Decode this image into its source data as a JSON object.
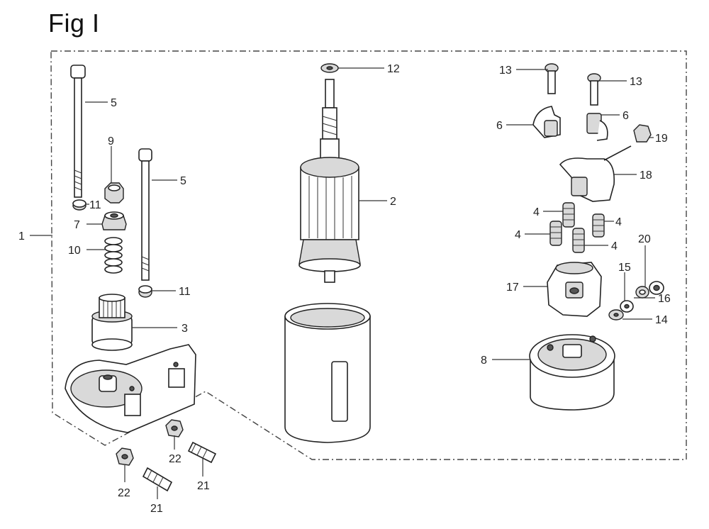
{
  "figure": {
    "title": "Fig I"
  },
  "callouts": {
    "c1": "1",
    "c2": "2",
    "c3": "3",
    "c4a": "4",
    "c4b": "4",
    "c4c": "4",
    "c4d": "4",
    "c5a": "5",
    "c5b": "5",
    "c6a": "6",
    "c6b": "6",
    "c7": "7",
    "c8": "8",
    "c9": "9",
    "c10": "10",
    "c11a": "11",
    "c11b": "11",
    "c12": "12",
    "c13a": "13",
    "c13b": "13",
    "c14": "14",
    "c15": "15",
    "c16": "16",
    "c17": "17",
    "c18": "18",
    "c19": "19",
    "c20": "20",
    "c21a": "21",
    "c21b": "21",
    "c22a": "22",
    "c22b": "22"
  }
}
